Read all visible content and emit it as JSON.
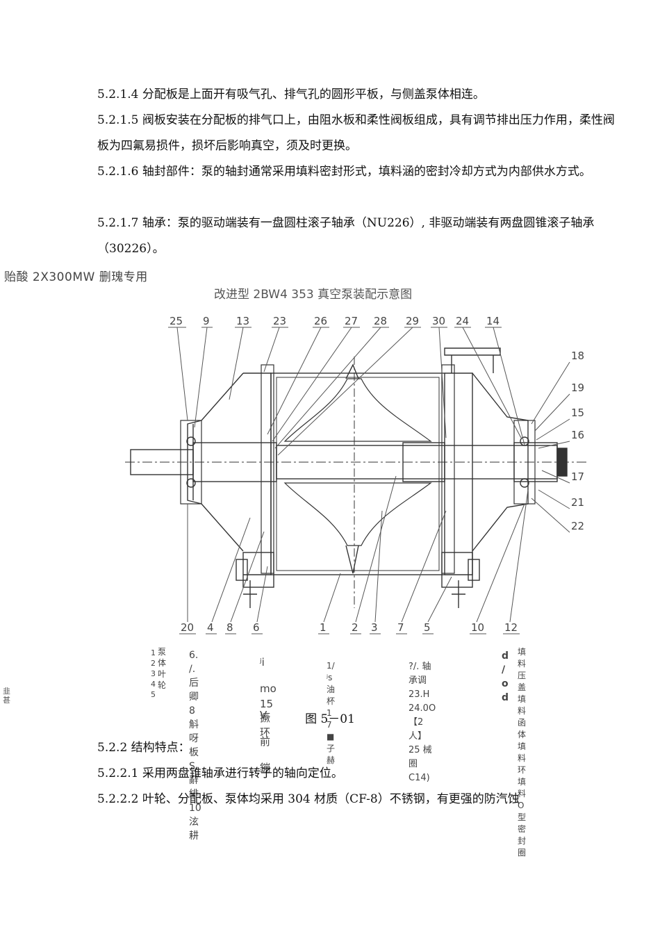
{
  "paragraphs": [
    "5.2.1.4  分配板是上面开有吸气孔、排气孔的圆形平板，与侧盖泵体相连。",
    "5.2.1.5  阀板安装在分配板的排气口上，由阻水板和柔性阀板组成，具有调节排出压力作用，柔性阀板为四氟易损件，损坏后影响真空，须及时更换。",
    "5.2.1.6  轴封部件：泵的轴封通常采用填料密封形式，填料涵的密封冷却方式为内部供水方式。",
    "5.2.1.7 轴承：泵的驱动端装有一盘圆柱滚子轴承（NU226）, 非驱动端装有两盘圆锥滚子轴承（30226）。"
  ],
  "stamp": "贻酸 2X300MW 删瑰专用",
  "figure": {
    "title": "改进型  2BW4  353  真空泵装配示意图",
    "labels_top": [
      "25",
      "9",
      "13",
      "23",
      "26",
      "27",
      "28",
      "29",
      "30",
      "24",
      "14"
    ],
    "labels_right": [
      "18",
      "19",
      "15",
      "16",
      "17",
      "21",
      "22"
    ],
    "labels_bottom": [
      "20",
      "4",
      "8",
      "6",
      "1",
      "2",
      "3",
      "7",
      "5",
      "10",
      "12"
    ],
    "legend": {
      "col1_nums": [
        "1",
        "2",
        "3",
        "4",
        "5"
      ],
      "col1_names": [
        "泵体",
        "叶轮"
      ],
      "col2": [
        "6.",
        "/. 后卿",
        "8 斛呀板",
        "S.辭緋",
        "10 泫耕"
      ],
      "col3": [
        "ʲi mo",
        "V.  前鏰",
        "15 撅环"
      ],
      "col4": [
        "1/",
        "ʲs  油杯",
        "1",
        "7  ■子赫"
      ],
      "col5": [
        "?/. 轴承调",
        "23.H",
        "24.0O【2 人】",
        "25 械圈 C14)"
      ],
      "col6_marks": [
        "d",
        "/",
        "o",
        "d"
      ],
      "col6_names": [
        "填料压盖",
        "填料函体",
        "填料环",
        "填料",
        "O型密封圈"
      ]
    },
    "caption": "图 5－01"
  },
  "margin_mark": "韭甚",
  "paragraphs2": [
    "5.2.2  结构特点：",
    "5.2.2.1  采用两盘锥轴承进行转子的轴向定位。",
    "5.2.2.2 叶轮、分配板、泵体均采用 304 材质（CF-8）不锈钢，有更强的防汽蚀"
  ]
}
